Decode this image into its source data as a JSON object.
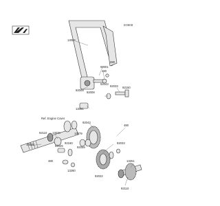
{
  "diagram": {
    "code": "E0908",
    "labels": {
      "p13004": "13004",
      "p92001": "92001",
      "p92043": "92043",
      "p480a": "480",
      "p92008": "92008",
      "p92009a": "92009",
      "p13081": "13081",
      "p92110": "92110",
      "p92033a": "92033",
      "p92150": "92150",
      "p13070": "13070",
      "p13008": "13008",
      "p92026": "92026",
      "p13079": "13079",
      "p92160": "92160",
      "p92043b": "92043",
      "p480b": "480",
      "p92059": "92059",
      "p92033b": "92033",
      "p13280": "13280",
      "p92021": "92021",
      "p13251": "13251",
      "p92022": "92022",
      "p92110b": "92110",
      "p480c": "480",
      "p92043c": "92043",
      "p92200": "92200",
      "ref": "Ref. Engine Cover"
    }
  }
}
